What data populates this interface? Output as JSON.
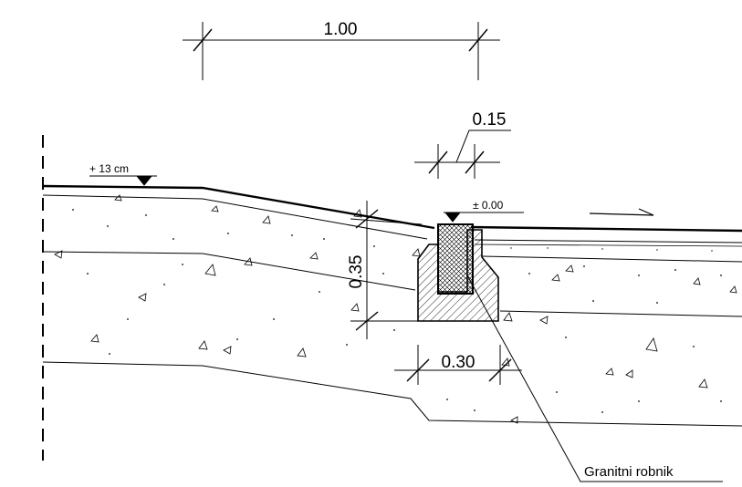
{
  "dimensions": {
    "top_width": "1.00",
    "curb_top_width": "0.15",
    "curb_height": "0.35",
    "curb_base_width": "0.30"
  },
  "levels": {
    "left": "+ 13 cm",
    "curb": "± 0.00"
  },
  "labels": {
    "curb_callout": "Granitni robnik"
  },
  "colors": {
    "line": "#000000",
    "background": "#ffffff"
  }
}
